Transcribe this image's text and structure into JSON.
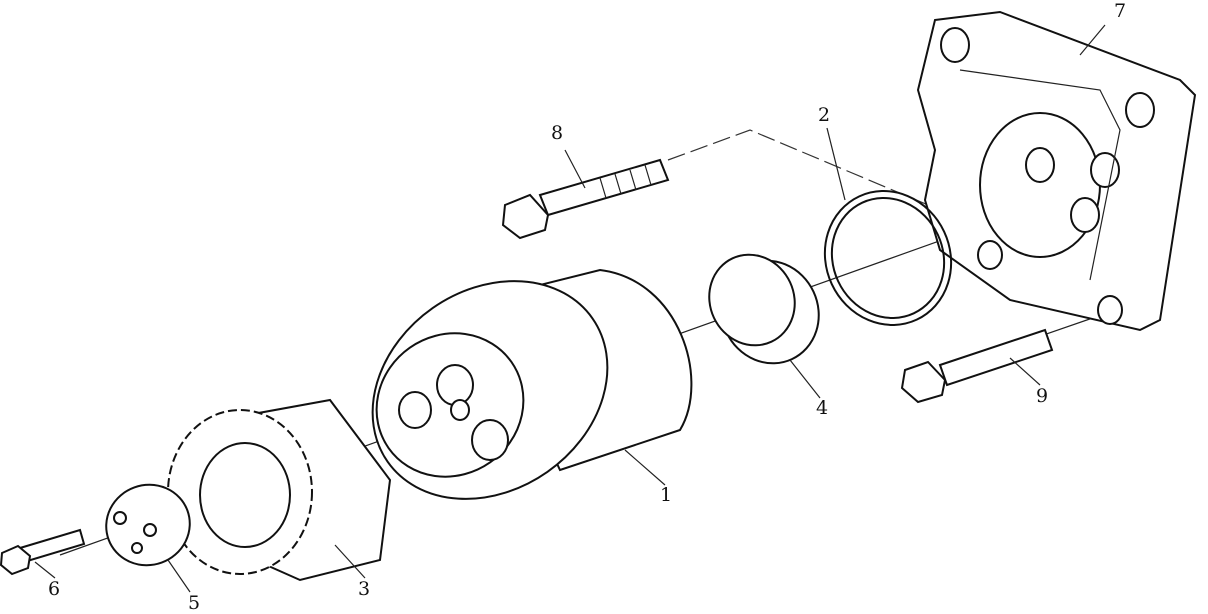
{
  "title": "Exploded view of gear and bearing assembly",
  "callouts": {
    "p1": "1",
    "p2": "2",
    "p3": "3",
    "p4": "4",
    "p5": "5",
    "p6": "6",
    "p7": "7",
    "p8": "8",
    "p9": "9"
  }
}
